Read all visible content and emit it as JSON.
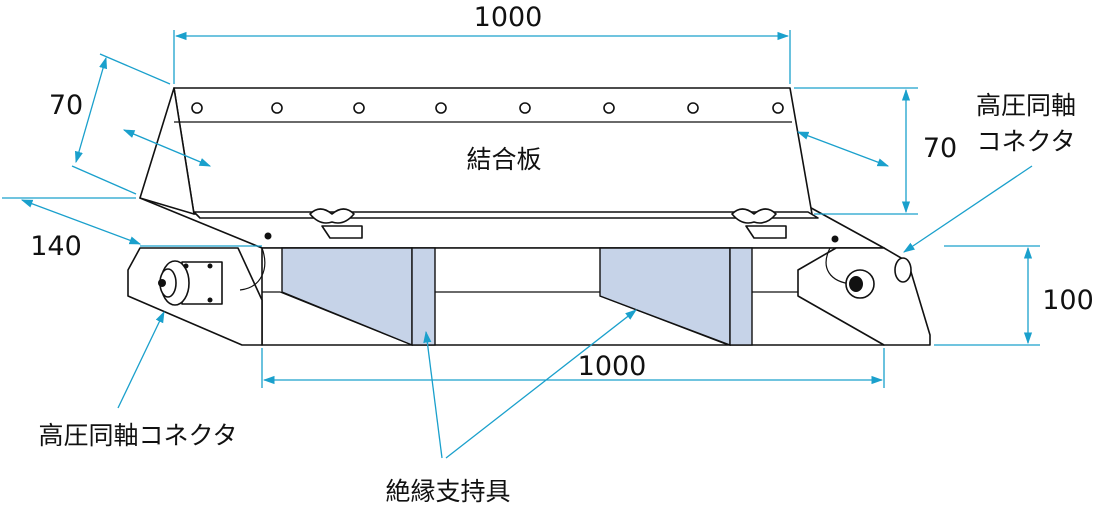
{
  "dimensions": {
    "top_width": "1000",
    "plate_depth": "70",
    "plate_height": "70",
    "base_depth": "140",
    "base_height": "100",
    "bottom_width": "1000"
  },
  "labels": {
    "coupling_plate": "結合板",
    "hv_connector_right_line1": "高圧同軸",
    "hv_connector_right_line2": "コネクタ",
    "hv_connector_left": "高圧同軸コネクタ",
    "insulating_support": "絶縁支持具"
  },
  "colors": {
    "dimension": "#1aa0cc",
    "insulator_fill": "#c6d3e8",
    "outline": "#111111"
  }
}
